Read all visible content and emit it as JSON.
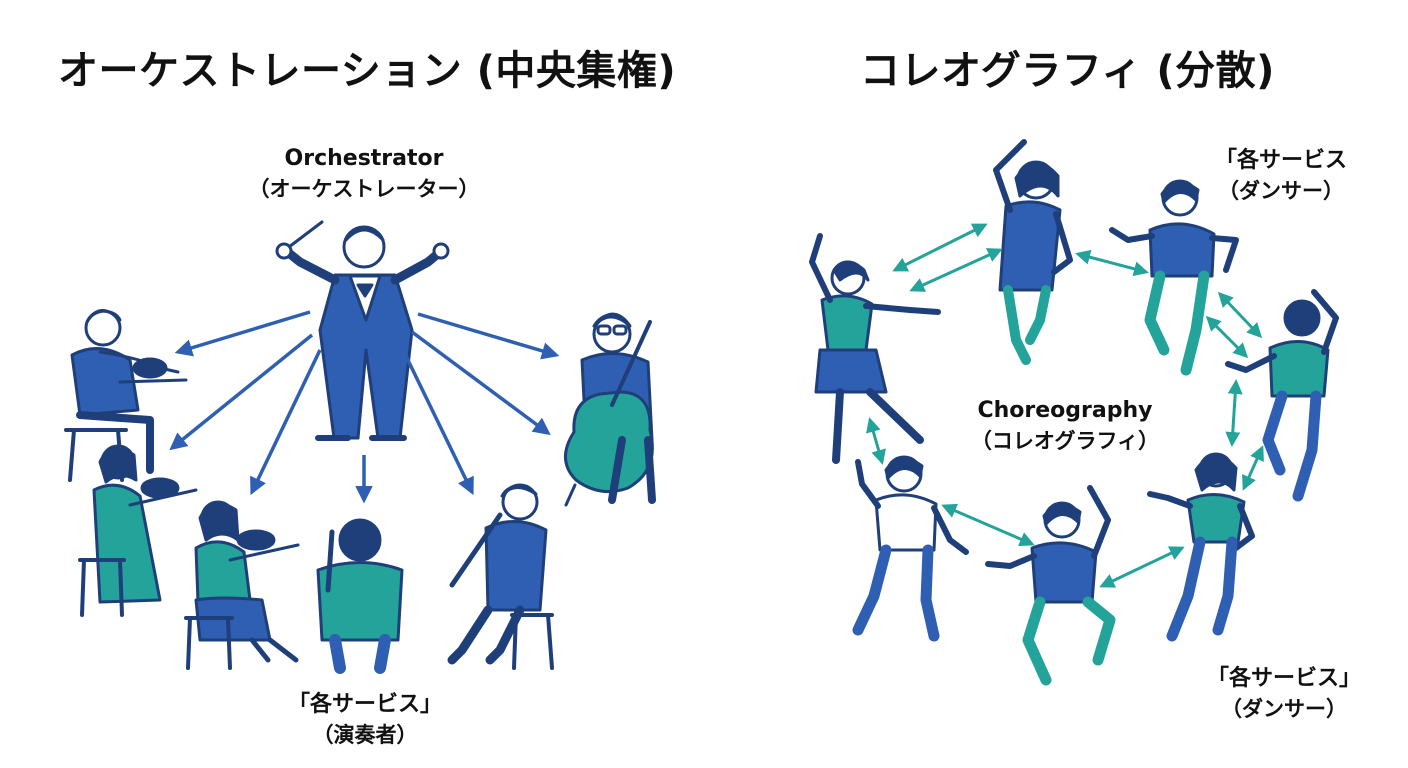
{
  "left_panel": {
    "title": "オーケストレーション (中央集権)",
    "orchestrator_label": "Orchestrator",
    "orchestrator_sublabel": "（オーケストレーター）",
    "musicians_label": "「各サービス」",
    "musicians_sublabel": "（演奏者）"
  },
  "right_panel": {
    "title": "コレオグラフィ (分散)",
    "center_label": "Choreography",
    "center_sublabel": "（コレオグラフィ）",
    "dancers_label_top": "「各サービス",
    "dancers_sublabel_top": "（ダンサー）",
    "dancers_label_bottom": "「各サービス」",
    "dancers_sublabel_bottom": "（ダンサー）"
  },
  "colors": {
    "navy": "#1f3f7a",
    "blue": "#2f5fb3",
    "teal": "#23a39a",
    "skin": "#ffffff",
    "hair": "#1f3f7a"
  }
}
